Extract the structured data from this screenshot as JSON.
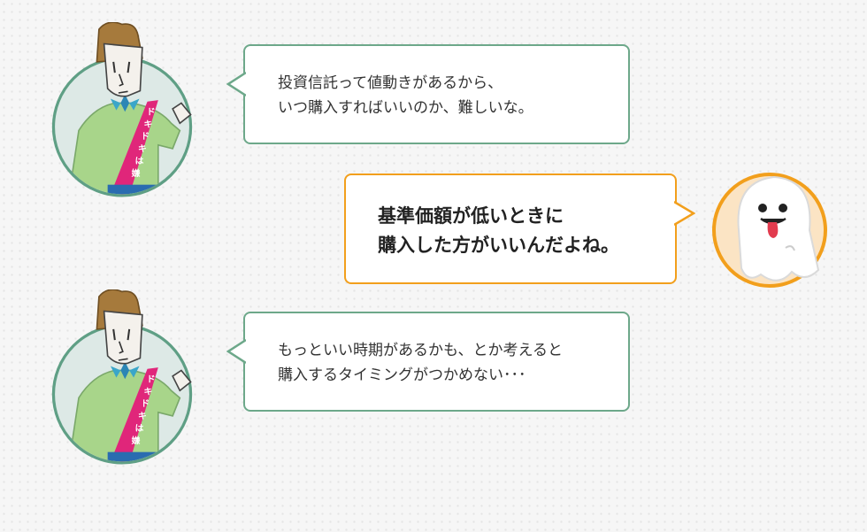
{
  "conversation": [
    {
      "speaker": "man",
      "lines": [
        "投資信託って値動きがあるから、",
        "いつ購入すればいいのか、難しいな。"
      ]
    },
    {
      "speaker": "ghost",
      "lines": [
        "基準価額が低いときに",
        "購入した方がいいんだよね。"
      ]
    },
    {
      "speaker": "man",
      "lines": [
        "もっといい時期があるかも、とか考えると",
        "購入するタイミングがつかめない･･･"
      ]
    }
  ],
  "sash": {
    "text_chars": [
      "ド",
      "キ",
      "ド",
      "キ",
      "は",
      "嫌"
    ]
  },
  "colors": {
    "green_border": "#6da88a",
    "orange_border": "#f29f1c",
    "sash": "#e0267a",
    "shirt": "#a8d58a",
    "hair": "#a67a3c"
  }
}
